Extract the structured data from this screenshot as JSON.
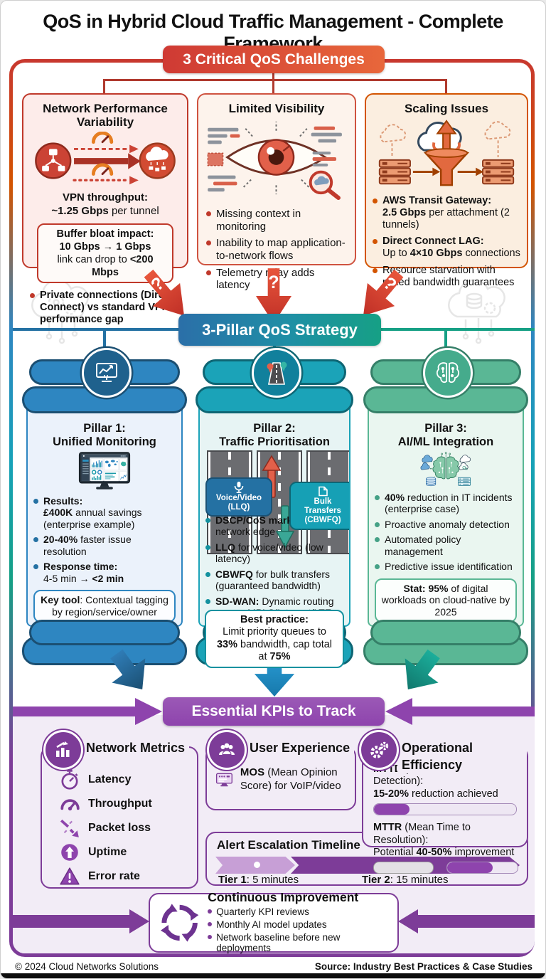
{
  "page": {
    "title": "QoS in Hybrid Cloud Traffic Management - Complete Framework",
    "footer_left": "© 2024 Cloud Networks Solutions",
    "footer_right": "Source: Industry Best Practices & Case Studies"
  },
  "colors": {
    "challenge_red": "#c0392b",
    "challenge_orange": "#d35400",
    "pillar_blue": "#2e86c1",
    "pillar_teal": "#1ba3b8",
    "pillar_green": "#5ab795",
    "kpi_purple": "#7d3c98"
  },
  "challenges": {
    "banner": "3 Critical QoS Challenges",
    "q": "?",
    "cards": [
      {
        "title": "Network Performance\nVariability",
        "icon": "network-to-cloud-flow-icon",
        "vpn": [
          {
            "t": "VPN throughput:\n",
            "b": true
          },
          {
            "t": "~1.25 Gbps",
            "b": true
          },
          {
            "t": " per tunnel"
          }
        ],
        "buffer": [
          {
            "t": "Buffer bloat impact:\n10 Gbps → 1 Gbps\n",
            "b": true
          },
          {
            "t": "link can drop to "
          },
          {
            "t": "<200 Mbps",
            "b": true
          }
        ],
        "bullet": [
          {
            "t": "Private connections (Direct Connect) vs standard VPN performance gap",
            "b": true
          }
        ]
      },
      {
        "title": "Limited Visibility",
        "icon": "eye-visibility-icon",
        "bullets": [
          [
            {
              "t": "Missing context in monitoring"
            }
          ],
          [
            {
              "t": "Inability to map application-to-network flows"
            }
          ],
          [
            {
              "t": "Telemetry relay adds latency"
            }
          ]
        ]
      },
      {
        "title": "Scaling Issues",
        "icon": "cloud-funnel-icon",
        "bullets": [
          [
            {
              "t": "AWS Transit Gateway:\n",
              "b": true
            },
            {
              "t": "2.5 Gbps",
              "b": true
            },
            {
              "t": " per attachment (2 tunnels)"
            }
          ],
          [
            {
              "t": "Direct Connect LAG:\n",
              "b": true
            },
            {
              "t": "Up to "
            },
            {
              "t": "4×10 Gbps",
              "b": true
            },
            {
              "t": " connections"
            }
          ],
          [
            {
              "t": "Resource starvation with mixed bandwidth guarantees"
            }
          ]
        ]
      }
    ]
  },
  "strategy": {
    "banner": "3-Pillar QoS Strategy"
  },
  "pillars": [
    {
      "title": "Pillar 1:\nUnified Monitoring",
      "icon": "monitor-chart-icon",
      "illustration": "dashboard-monitor",
      "bullets": [
        [
          {
            "t": "Results:\n",
            "b": true
          },
          {
            "t": "£400K",
            "b": true
          },
          {
            "t": " annual savings\n(enterprise example)"
          }
        ],
        [
          {
            "t": "20-40%",
            "b": true
          },
          {
            "t": " faster issue resolution"
          }
        ],
        [
          {
            "t": "Response time:\n",
            "b": true
          },
          {
            "t": "4-5 min → "
          },
          {
            "t": "<2 min",
            "b": true
          }
        ]
      ],
      "callout": [
        {
          "t": "Key tool",
          "b": true
        },
        {
          "t": ": Contextual tagging by region/service/owner"
        }
      ]
    },
    {
      "title": "Pillar 2:\nTraffic Prioritisation",
      "icon": "road-pins-icon",
      "road_left": "Voice/Video\n(LLQ)",
      "road_right": "Bulk\nTransfers\n(CBWFQ)",
      "bullets": [
        [
          {
            "t": "DSCP/CoS marking",
            "b": true
          },
          {
            "t": " at network edge"
          }
        ],
        [
          {
            "t": "LLQ",
            "b": true
          },
          {
            "t": " for voice/video (low latency)"
          }
        ],
        [
          {
            "t": "CBWFQ",
            "b": true
          },
          {
            "t": " for bulk transfers (guaranteed bandwidth)"
          }
        ],
        [
          {
            "t": "SD-WAN:",
            "b": true
          },
          {
            "t": " Dynamic routing across MPLS/Internet/LTE"
          }
        ]
      ],
      "callout": [
        {
          "t": "Best practice:\n",
          "b": true
        },
        {
          "t": "Limit priority queues to "
        },
        {
          "t": "33%",
          "b": true
        },
        {
          "t": " bandwidth, cap total at "
        },
        {
          "t": "75%",
          "b": true
        }
      ]
    },
    {
      "title": "Pillar 3:\nAI/ML Integration",
      "icon": "brain-circuit-icon",
      "illustration": "brain-network",
      "bullets": [
        [
          {
            "t": "40%",
            "b": true
          },
          {
            "t": " reduction in IT incidents (enterprise case)"
          }
        ],
        [
          {
            "t": "Proactive anomaly detection"
          }
        ],
        [
          {
            "t": "Automated policy management"
          }
        ],
        [
          {
            "t": "Predictive issue identification"
          }
        ]
      ],
      "callout": [
        {
          "t": "Stat: 95%",
          "b": true
        },
        {
          "t": " of digital workloads on cloud-native by 2025"
        }
      ]
    }
  ],
  "kpis": {
    "banner": "Essential KPIs to Track",
    "network_metrics": {
      "title": "Network Metrics",
      "icon": "bar-chart-circle-icon",
      "items": [
        {
          "icon": "stopwatch-icon",
          "label": "Latency"
        },
        {
          "icon": "gauge-icon",
          "label": "Throughput"
        },
        {
          "icon": "packet-loss-icon",
          "label": "Packet loss"
        },
        {
          "icon": "uptime-icon",
          "label": "Uptime"
        },
        {
          "icon": "error-rate-icon",
          "label": "Error rate"
        }
      ]
    },
    "user_experience": {
      "title": "User Experience",
      "icon": "people-circle-icon",
      "item_icon": "mos-monitor-icon",
      "item": [
        {
          "t": "MOS",
          "b": true
        },
        {
          "t": " (Mean Opinion Score) for VoIP/video"
        }
      ]
    },
    "operational_efficiency": {
      "title": "Operational Efficiency",
      "icon": "gears-circle-icon",
      "mttd": [
        {
          "t": "MTTD",
          "b": true
        },
        {
          "t": " (Mean Time to Detection):\n"
        },
        {
          "t": "15-20%",
          "b": true
        },
        {
          "t": " reduction achieved"
        }
      ],
      "mttd_pct": 25,
      "mttr": [
        {
          "t": "MTTR",
          "b": true
        },
        {
          "t": " (Mean Time to Resolution):\n"
        },
        {
          "t": "Potential "
        },
        {
          "t": "40-50%",
          "b": true
        },
        {
          "t": " improvement"
        }
      ],
      "mttr_pct": 65
    },
    "timeline": {
      "title": "Alert Escalation Timeline",
      "tier1": [
        {
          "t": "Tier 1",
          "b": true
        },
        {
          "t": ": 5 minutes"
        }
      ],
      "tier2": [
        {
          "t": "Tier 2",
          "b": true
        },
        {
          "t": ": 15 minutes"
        }
      ]
    },
    "continuous_improvement": {
      "title": "Continuous Improvement",
      "icon": "cycle-arrows-icon",
      "bullets": [
        "Quarterly KPI reviews",
        "Monthly AI model updates",
        "Network baseline before new deployments"
      ]
    }
  }
}
